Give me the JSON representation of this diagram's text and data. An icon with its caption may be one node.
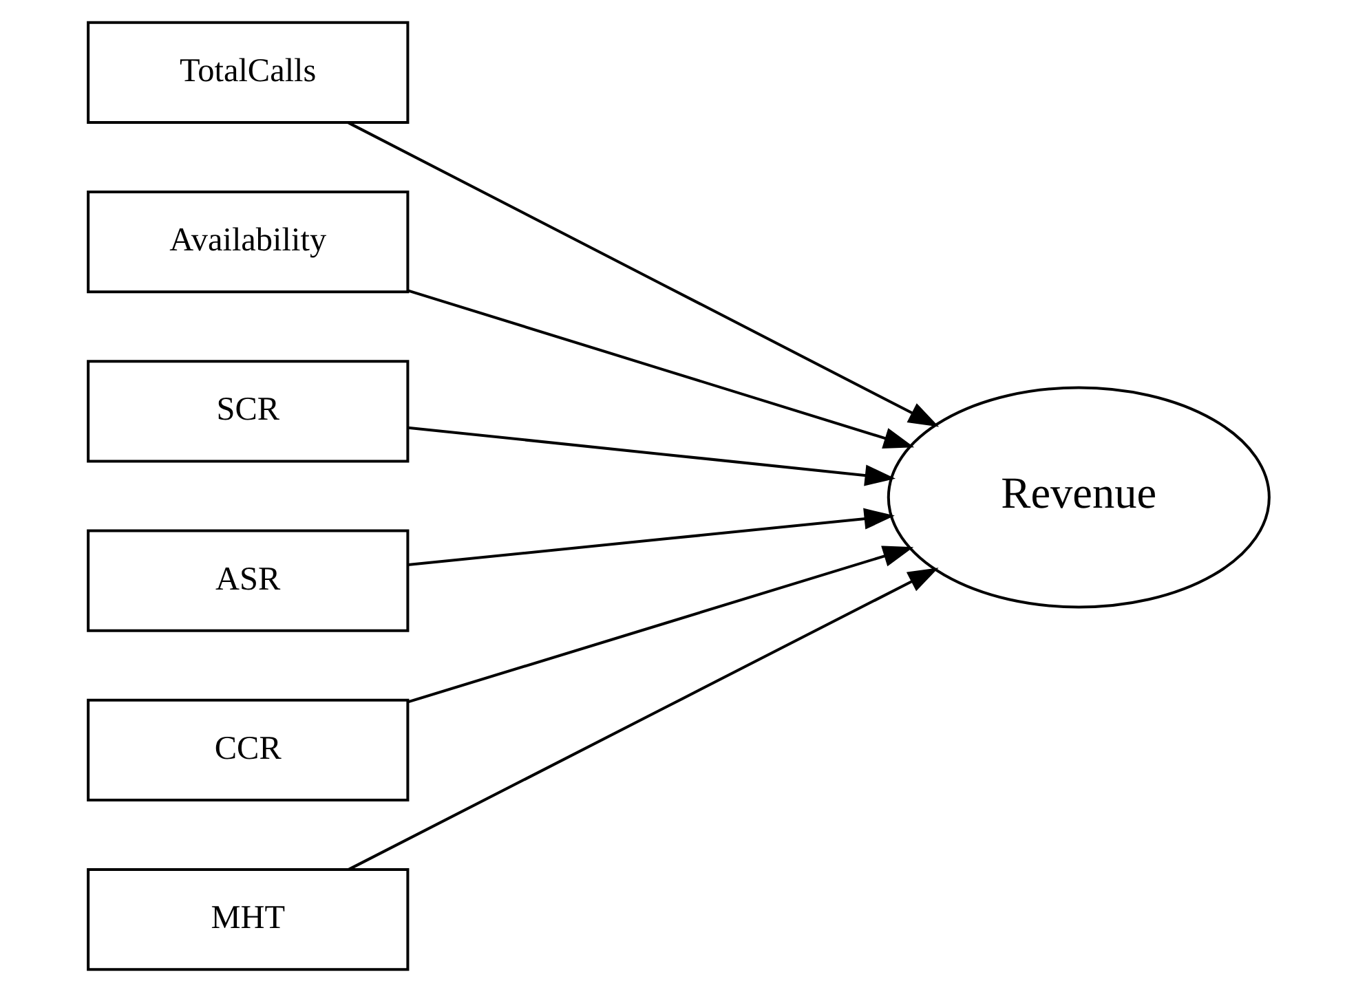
{
  "diagram": {
    "nodes": [
      {
        "text": [
          "TotalCalls"
        ]
      },
      {
        "text": [
          "Availability"
        ]
      },
      {
        "text": [
          "SCR"
        ]
      },
      {
        "text": [
          "ASR"
        ]
      },
      {
        "text": [
          "CCR"
        ]
      },
      {
        "text": [
          "MHT"
        ]
      },
      {
        "text": [
          "Revenue"
        ]
      }
    ],
    "edges": [
      {
        "from": 0,
        "to": 6,
        "arrow": "to"
      },
      {
        "from": 1,
        "to": 6,
        "arrow": "to"
      },
      {
        "from": 2,
        "to": 6,
        "arrow": "to"
      },
      {
        "from": 3,
        "to": 6,
        "arrow": "to"
      },
      {
        "from": 4,
        "to": 6,
        "arrow": "to"
      },
      {
        "from": 5,
        "to": 6,
        "arrow": "to"
      }
    ]
  }
}
